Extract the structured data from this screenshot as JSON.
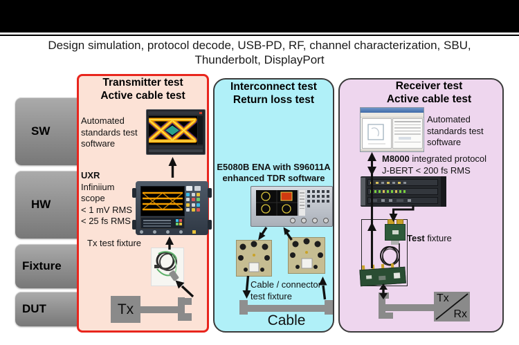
{
  "header": {
    "title_line1": "Design simulation, protocol decode, USB-PD, RF, channel characterization, SBU,",
    "title_line2": "Thunderbolt, DisplayPort"
  },
  "tabs": {
    "items": [
      {
        "label": "SW"
      },
      {
        "label": "HW"
      },
      {
        "label": "Fixture"
      },
      {
        "label": "DUT"
      }
    ]
  },
  "columns": {
    "transmitter": {
      "title_line1": "Transmitter test",
      "title_line2": "Active cable test",
      "software_label": "Automated standards test software",
      "scope_name": "UXR",
      "scope_line1": "Infiniium",
      "scope_line2": "scope",
      "scope_spec1": "< 1 mV RMS",
      "scope_spec2": "< 25 fs RMS",
      "fixture_label": "Tx test fixture",
      "dut_label": "Tx"
    },
    "interconnect": {
      "title_line1": "Interconnect test",
      "title_line2": "Return loss test",
      "instrument_line1": "E5080B ENA with S96011A",
      "instrument_line2": "enhanced TDR software",
      "fixture_line1": "Cable / connector",
      "fixture_line2": "test fixture",
      "dut_label": "Cable"
    },
    "receiver": {
      "title_line1": "Receiver test",
      "title_line2": "Active cable test",
      "software_label": "Automated standards test software",
      "instrument_name": "M8000",
      "instrument_rest": " integrated protocol",
      "instrument_line2": "J-BERT < 200 fs RMS",
      "fixture_name": "Test",
      "fixture_rest": " fixture",
      "dut_tx": "Tx",
      "dut_rx": "Rx"
    }
  },
  "colors": {
    "transmitter_panel_bg": "#fce2d6",
    "transmitter_panel_border": "#e8251d",
    "interconnect_panel_bg": "#b0f0f8",
    "receiver_panel_bg": "#eed6ee",
    "panel_border_dark": "#3a3a3a",
    "tab_gray_top": "#ababab",
    "tab_gray_bottom": "#787878",
    "shape_gray": "#8a8a8a",
    "top_bar": "#000000"
  }
}
